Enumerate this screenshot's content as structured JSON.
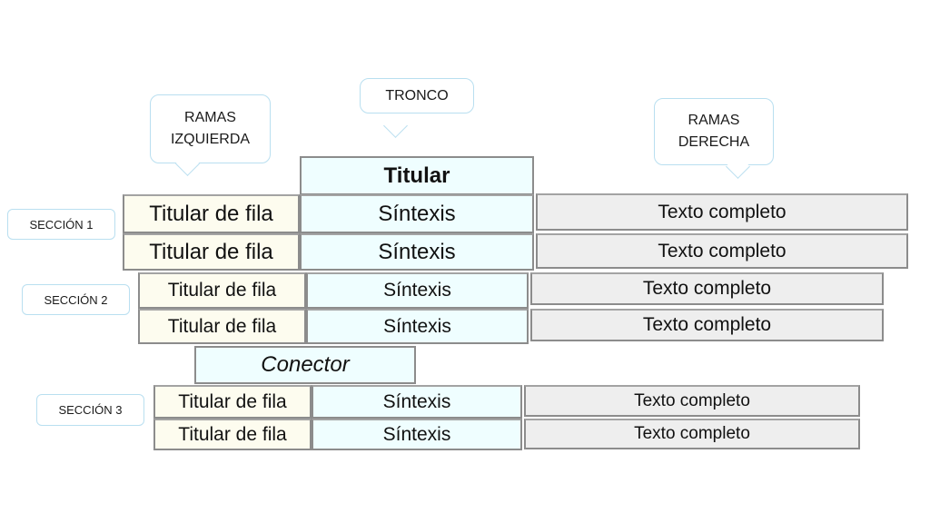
{
  "callouts": {
    "left": "RAMAS\nIZQUIERDA",
    "left_line1": "RAMAS",
    "left_line2": "IZQUIERDA",
    "center": "TRONCO",
    "right_line1": "RAMAS",
    "right_line2": "DERECHA"
  },
  "header": "Titular",
  "connector": "Conector",
  "sections": [
    {
      "label": "SECCIÓN 1",
      "rows": [
        {
          "left": "Titular de fila",
          "mid": "Síntexis",
          "right": "Texto completo"
        },
        {
          "left": "Titular de fila",
          "mid": "Síntexis",
          "right": "Texto completo"
        }
      ]
    },
    {
      "label": "SECCIÓN 2",
      "rows": [
        {
          "left": "Titular de fila",
          "mid": "Síntexis",
          "right": "Texto completo"
        },
        {
          "left": "Titular de fila",
          "mid": "Síntexis",
          "right": "Texto completo"
        }
      ]
    },
    {
      "label": "SECCIÓN 3",
      "rows": [
        {
          "left": "Titular de fila",
          "mid": "Síntexis",
          "right": "Texto completo"
        },
        {
          "left": "Titular de fila",
          "mid": "Síntexis",
          "right": "Texto completo"
        }
      ]
    }
  ],
  "colors": {
    "left_cell": "#fdfcef",
    "mid_cell": "#effeff",
    "right_cell": "#eeeeee",
    "callout_border": "#b9dff0",
    "cell_border": "#8c8c8c"
  }
}
